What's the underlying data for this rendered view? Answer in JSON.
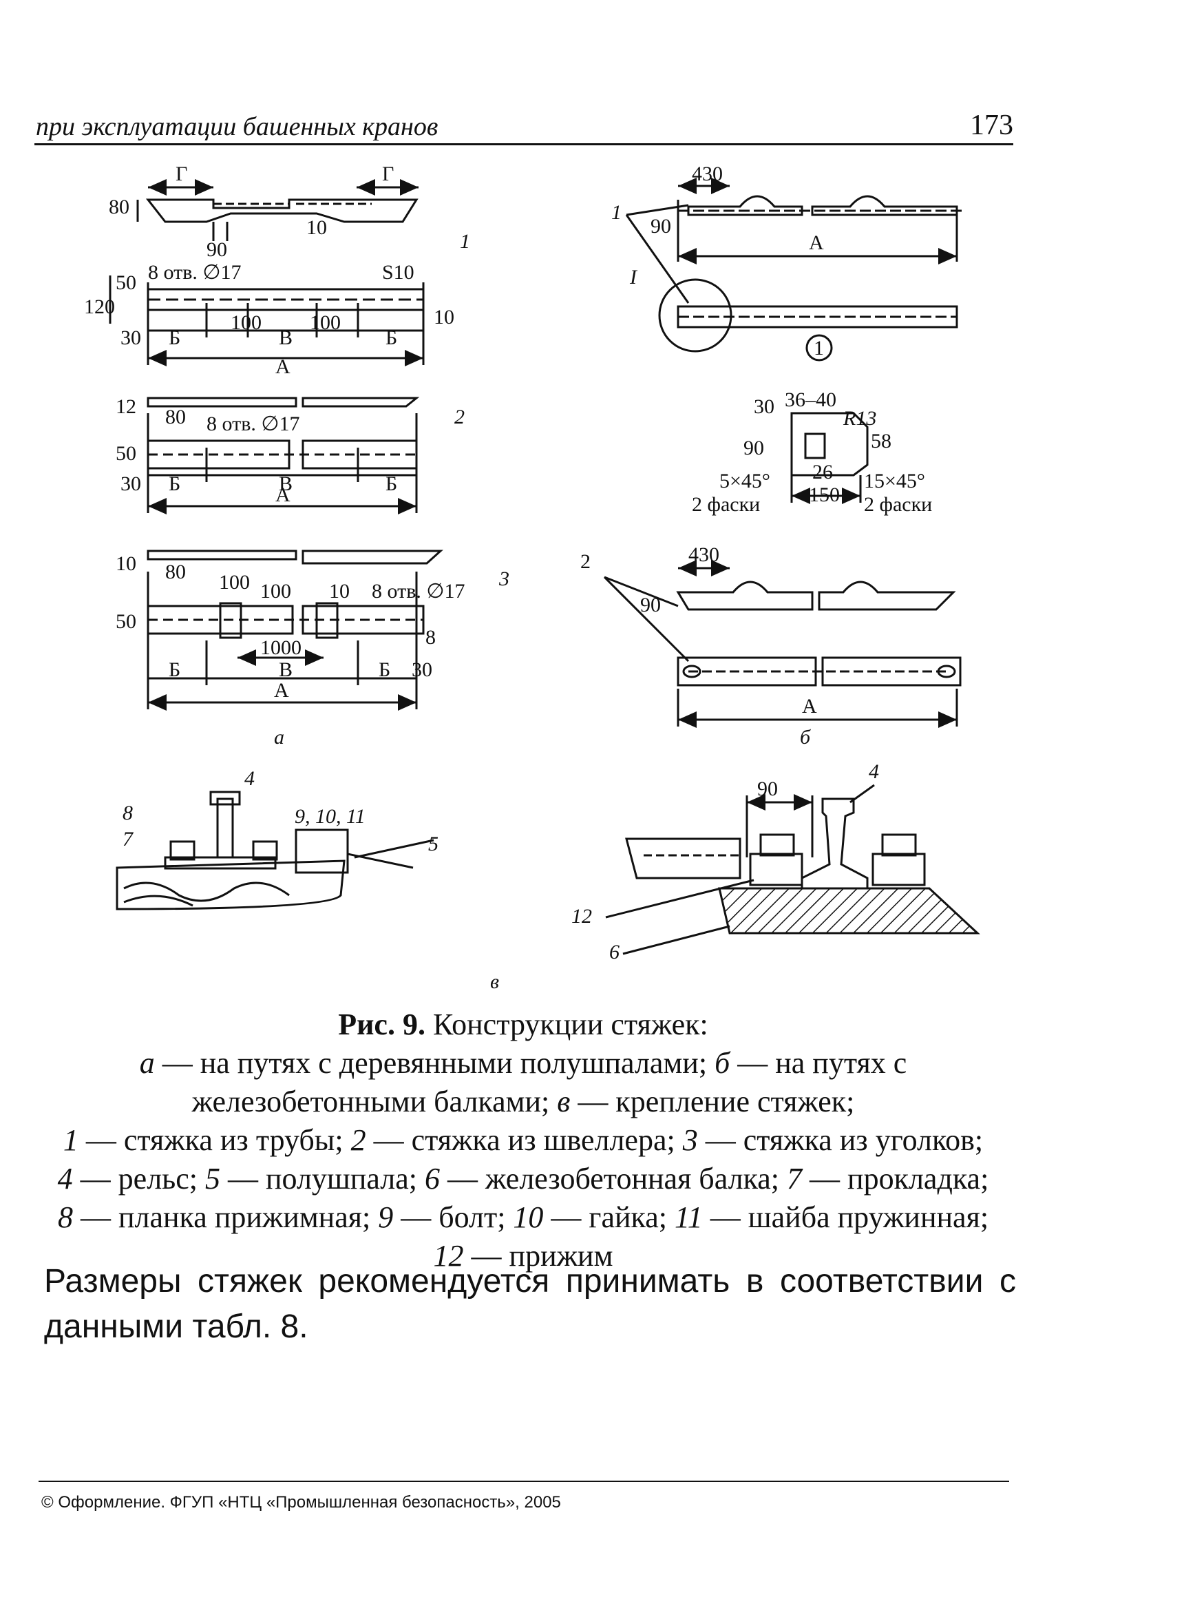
{
  "header": {
    "title": "при эксплуатации башенных кранов",
    "page_number": "173"
  },
  "figure": {
    "panel_a": {
      "dims": [
        "Г",
        "Г",
        "80",
        "90",
        "10",
        "1",
        "8 отв. ∅17",
        "S10",
        "50",
        "120",
        "30",
        "Б",
        "100",
        "В",
        "100",
        "Б",
        "10",
        "А",
        "12",
        "80",
        "8 отв. ∅17",
        "2",
        "50",
        "30",
        "Б",
        "В",
        "Б",
        "А",
        "10",
        "80",
        "100",
        "100",
        "10",
        "8 отв. ∅17",
        "3",
        "50",
        "8",
        "1000",
        "Б",
        "В",
        "Б",
        "30",
        "А"
      ],
      "label": "а"
    },
    "panel_b": {
      "dims": [
        "430",
        "1",
        "90",
        "А",
        "I",
        "1",
        "30",
        "36–40",
        "R13",
        "90",
        "58",
        "26",
        "5×45°",
        "150",
        "15×45°",
        "2 фаски",
        "2 фаски",
        "2",
        "430",
        "90",
        "А"
      ],
      "label": "б"
    },
    "panel_v": {
      "dims": [
        "4",
        "8",
        "7",
        "9, 10, 11",
        "5",
        "90",
        "4",
        "12",
        "6"
      ],
      "label": "в"
    }
  },
  "caption": {
    "fig_no": "Рис. 9.",
    "fig_title": " Конструкции стяжек:",
    "lines": [
      [
        {
          "t": "а",
          "i": true
        },
        {
          "t": " — на путях с деревянными полушпалами; "
        },
        {
          "t": "б",
          "i": true
        },
        {
          "t": " — на путях с"
        }
      ],
      [
        {
          "t": "железобетонными балками; "
        },
        {
          "t": "в",
          "i": true
        },
        {
          "t": " — крепление стяжек;"
        }
      ],
      [
        {
          "t": "1",
          "i": true
        },
        {
          "t": " — стяжка из трубы; "
        },
        {
          "t": "2",
          "i": true
        },
        {
          "t": " — стяжка из швеллера; "
        },
        {
          "t": "3",
          "i": true
        },
        {
          "t": " — стяжка из уголков;"
        }
      ],
      [
        {
          "t": "4",
          "i": true
        },
        {
          "t": " — рельс; "
        },
        {
          "t": "5",
          "i": true
        },
        {
          "t": " — полушпала; "
        },
        {
          "t": "6",
          "i": true
        },
        {
          "t": " — железобетонная балка; "
        },
        {
          "t": "7",
          "i": true
        },
        {
          "t": " — прокладка;"
        }
      ],
      [
        {
          "t": "8",
          "i": true
        },
        {
          "t": " — планка прижимная; "
        },
        {
          "t": "9",
          "i": true
        },
        {
          "t": " — болт; "
        },
        {
          "t": "10",
          "i": true
        },
        {
          "t": " — гайка; "
        },
        {
          "t": "11",
          "i": true
        },
        {
          "t": " — шайба пружинная;"
        }
      ],
      [
        {
          "t": "12",
          "i": true
        },
        {
          "t": " — прижим"
        }
      ]
    ]
  },
  "body": {
    "paragraph": "Размеры стяжек рекомендуется принимать в соответствии с данными табл. 8."
  },
  "footer": {
    "copyright": "© Оформление. ФГУП «НТЦ «Промышленная безопасность», 2005"
  }
}
